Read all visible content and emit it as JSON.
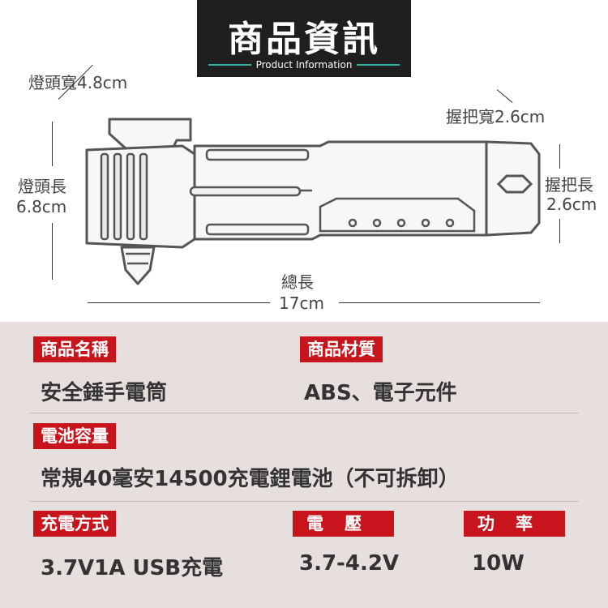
{
  "header": {
    "title": "商品資訊",
    "subtitle": "Product Information"
  },
  "dimensions": {
    "head_width": "燈頭寬4.8cm",
    "head_length_label": "燈頭長",
    "head_length_value": "6.8cm",
    "grip_width": "握把寬2.6cm",
    "grip_length_label": "握把長",
    "grip_length_value": "2.6cm",
    "total_length_label": "總長",
    "total_length_value": "17cm"
  },
  "specs": {
    "name_label": "商品名稱",
    "name_value": "安全錘手電筒",
    "material_label": "商品材質",
    "material_value": "ABS、電子元件",
    "battery_label": "電池容量",
    "battery_value": "常規40毫安14500充電鋰電池（不可拆卸）",
    "charge_label": "充電方式",
    "charge_value": "3.7V1A USB充電",
    "voltage_label": "電壓",
    "voltage_value": "3.7-4.2V",
    "power_label": "功率",
    "power_value": "10W"
  },
  "colors": {
    "header_bg": "#1f1f1f",
    "accent_teal": "#2fb5a0",
    "label_red": "#c8151d",
    "panel_bg": "#e6dfdd"
  }
}
